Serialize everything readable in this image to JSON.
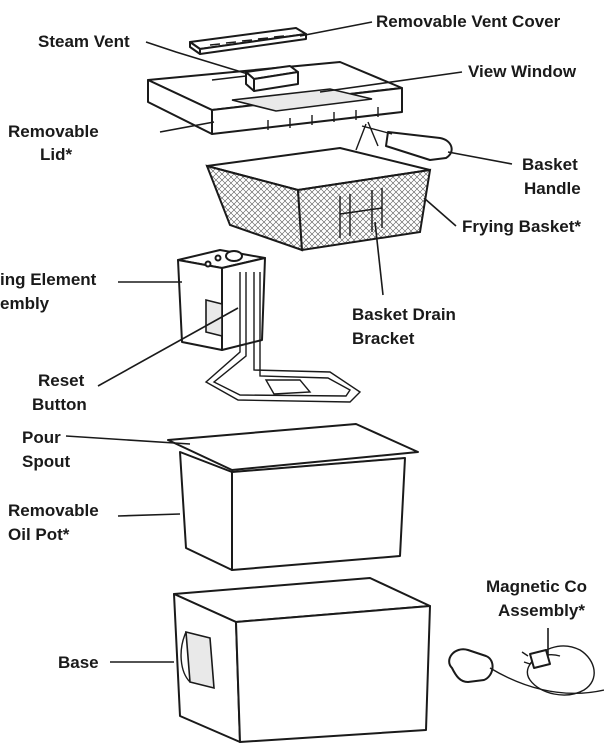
{
  "labels": {
    "removable_vent_cover": "Removable Vent Cover",
    "steam_vent": "Steam Vent",
    "view_window": "View Window",
    "removable_lid_1": "Removable",
    "removable_lid_2": "Lid*",
    "basket_handle_1": "Basket",
    "basket_handle_2": "Handle",
    "frying_basket": "Frying Basket*",
    "heating_element_1": "ing Element",
    "heating_element_2": "embly",
    "basket_drain_bracket_1": "Basket Drain",
    "basket_drain_bracket_2": "Bracket",
    "reset_button_1": "Reset",
    "reset_button_2": "Button",
    "pour_spout_1": "Pour",
    "pour_spout_2": "Spout",
    "removable_oil_pot_1": "Removable",
    "removable_oil_pot_2": "Oil Pot*",
    "magnetic_cord_1": "Magnetic Co",
    "magnetic_cord_2": "Assembly*",
    "base": "Base"
  }
}
